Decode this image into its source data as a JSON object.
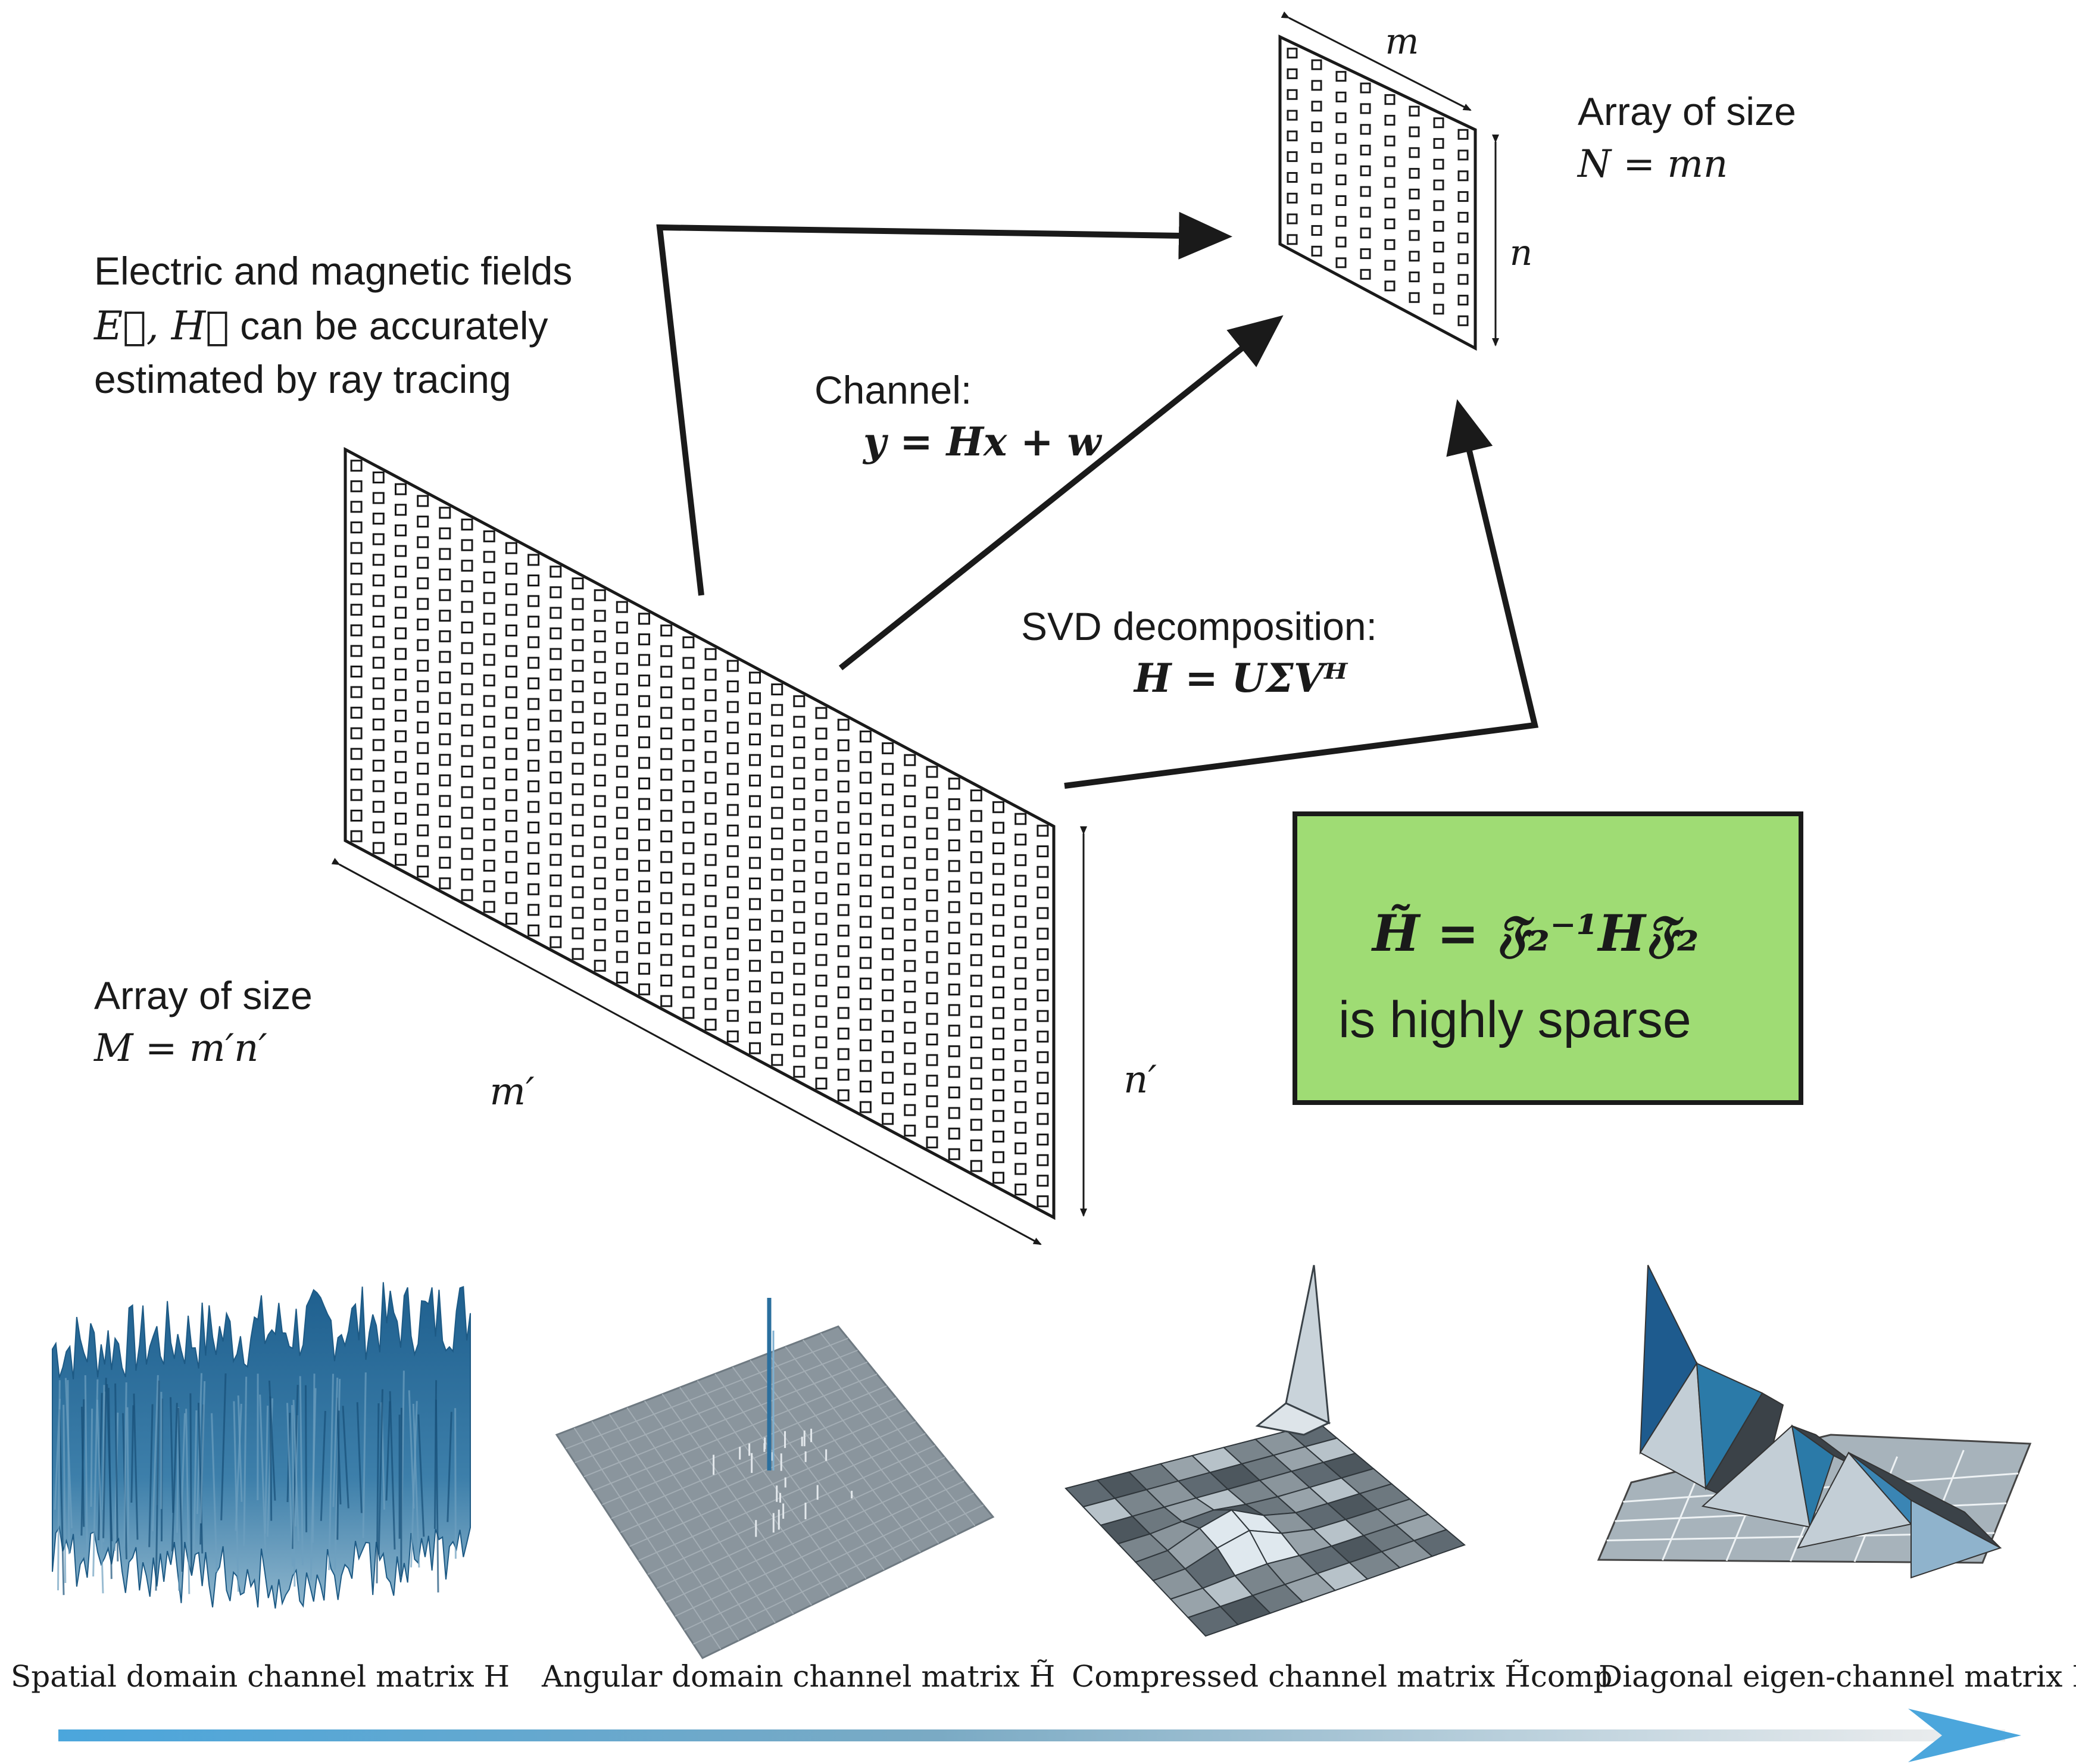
{
  "top_left_text": {
    "line1": "Electric and magnetic fields",
    "line2_math": "E⃗, H⃗",
    "line2_rest": " can be accurately",
    "line3": "estimated by ray tracing"
  },
  "small_array": {
    "label_line1": "Array of size",
    "label_line2": "N = mn",
    "dim_m": "m",
    "dim_n": "n"
  },
  "large_array": {
    "label_line1": "Array of size",
    "label_line2": "M = m′n′",
    "dim_m": "m′",
    "dim_n": "n′"
  },
  "channel": {
    "label": "Channel:",
    "equation": "y = Hx + w"
  },
  "svd": {
    "label": "SVD decomposition:",
    "equation": "H = UΣVᴴ"
  },
  "sparse_box": {
    "equation": "H̃ = 𝔉₂⁻¹H𝔉₂",
    "text": "is highly sparse",
    "fill_color": "#9fdc74"
  },
  "surface_panels": [
    {
      "caption": "Spatial domain channel matrix H",
      "icon": "random-surface-plot"
    },
    {
      "caption": "Angular domain channel matrix H̃",
      "icon": "sparse-surface-plot"
    },
    {
      "caption": "Compressed channel matrix H̃comp",
      "icon": "compressed-surface-plot"
    },
    {
      "caption": "Diagonal eigen-channel matrix D",
      "icon": "diagonal-peaks-plot"
    }
  ],
  "colors": {
    "arrow_gradient_start": "#4ba6dc",
    "arrow_gradient_end": "#f2f2f2",
    "arrow_head": "#4ba6dc",
    "surface_blue": "#2a6f9e",
    "surface_grey": "#8a959d"
  }
}
